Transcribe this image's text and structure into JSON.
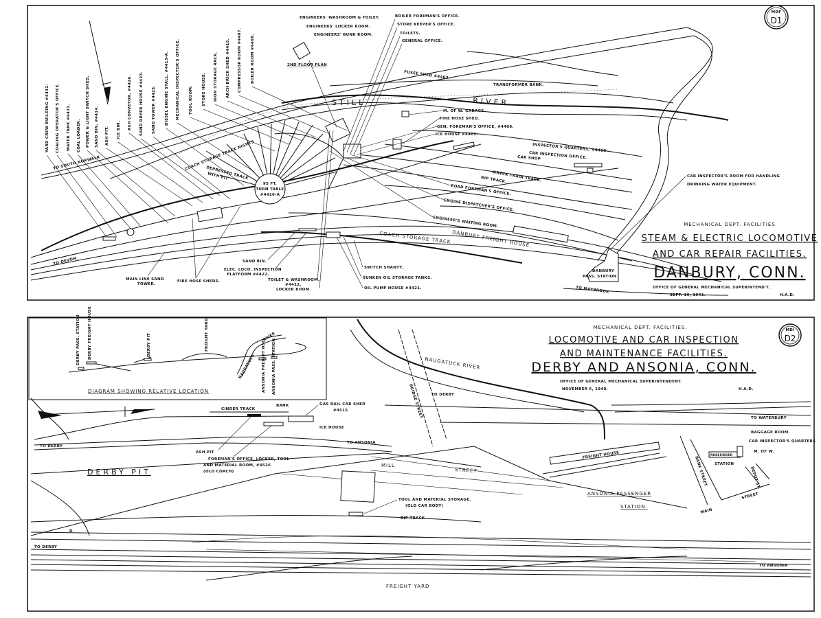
{
  "d1": {
    "badge_top": "MDF",
    "badge_id": "D1",
    "dept": "MECHANICAL DEPT. FACILITIES",
    "title_line1": "STEAM & ELECTRIC LOCOMOTIVE",
    "title_line2": "AND CAR REPAIR FACILITIES.",
    "place": "DANBURY, CONN.",
    "office": "OFFICE OF GENERAL MECHANICAL SUPERINTEND'T.",
    "date": "SEPT. 19, 1941.",
    "initials": "H.A.D.",
    "vertical_labels": [
      "YARD CREW BUILDING #4432.",
      "COALING OPERATOR'S OFFICE.",
      "WATER TANK #4431.",
      "COAL LOADER.",
      "POWER & LIGHT SWITCH SHED.",
      "SAND BIN, #4414.",
      "ASH PIT.",
      "ICE BIN.",
      "ASH CONVEYOR, #4426.",
      "SAND DRYER HOUSE #4423.",
      "SAND TOWER #4425.",
      "DIESEL ENGINE STALL, #4413-A.",
      "MECHANICAL INSPECTOR'S OFFICE.",
      "TOOL ROOM.",
      "STORE HOUSE.",
      "IRON STORAGE RACK.",
      "ARCH BRICK SHED #4415.",
      "COMPRESSOR ROOM #4407.",
      "BOILER ROOM #4408."
    ],
    "labels": {
      "eng_washroom": "ENGINEERS' WASHROOM & TOILET.",
      "eng_locker": "ENGINEERS' LOCKER ROOM.",
      "eng_bunk": "ENGINEERS' BUNK ROOM.",
      "floor_plan": "2ND FLOOR PLAN",
      "boiler_foreman": "BOILER FOREMAN'S OFFICE.",
      "store_keeper": "STORE KEEPER'S OFFICE.",
      "toilets": "TOILETS.",
      "general_office": "GENERAL OFFICE.",
      "fusee_shed": "FUSEE SHED #4402.",
      "transformer": "TRANSFORMER BANK.",
      "still": "STILL",
      "river": "RIVER",
      "mow_garage": "M. OF W. GARAGE.",
      "fire_hose_shed": "FIRE HOSE SHED.",
      "gen_foreman": "GEN. FOREMAN'S OFFICE, #4406.",
      "ice_house": "ICE HOUSE #4401.",
      "inspectors_quarters": "INSPECTOR'S QUARTERS, #4400.",
      "car_inspection_office": "CAR INSPECTION OFFICE.",
      "car_shop": "CAR SHOP",
      "wreck_train": "WRECK TRAIN TRACK.",
      "rip_track": "RIP TRACK.",
      "road_foreman": "ROAD FOREMAN'S OFFICE.",
      "engine_dispatcher": "ENGINE DISPATCHER'S OFFICE.",
      "engineers_waiting": "ENGINEER'S WAITING ROOM.",
      "freight_house": "DANBURY FREIGHT HOUSE.",
      "coach_storage": "COACH STORAGE TRACK",
      "coach_storage_nights": "COACH STORAGE TRACK NIGHTS",
      "depressed_track": "DEPRESSED TRACK",
      "with_pit": "WITH PIT",
      "turntable_1": "95 FT.",
      "turntable_2": "TURN TABLE",
      "turntable_3": "#4416-A",
      "switch_shanty": "SWITCH SHANTY.",
      "sunken_oil": "SUNKEN OIL STORAGE TANKS.",
      "oil_pump": "OIL PUMP HOUSE #4421.",
      "sand_bin": "SAND BIN.",
      "elec_loco_1": "ELEC. LOCO. INSPECTION",
      "elec_loco_2": "PLATFORM #4422.",
      "toilet_wash_1": "TOILET & WASHROOM.",
      "toilet_wash_2": "#4412.",
      "locker_room": "LOCKER ROOM.",
      "fire_hose_sheds": "FIRE HOSE SHEDS.",
      "main_sand_1": "MAIN LINE SAND",
      "main_sand_2": "TOWER.",
      "to_south_norwalk": "TO SOUTH NORWALK",
      "to_devon": "TO DEVON",
      "to_maybrook": "TO MAYBROOK",
      "car_insp_room_1": "CAR INSPECTOR'S ROOM FOR HANDLING",
      "car_insp_room_2": "DRINKING WATER EQUIPMENT.",
      "pass_station_1": "DANBURY",
      "pass_station_2": "PASS. STATION"
    }
  },
  "d2": {
    "badge_top": "MDI",
    "badge_id": "D2",
    "dept": "MECHANICAL DEPT. FACILITIES.",
    "title_line1": "LOCOMOTIVE AND CAR INSPECTION",
    "title_line2": "AND MAINTENANCE FACILITIES.",
    "place": "DERBY AND ANSONIA, CONN.",
    "office": "OFFICE OF GENERAL MECHANICAL SUPERINTENDENT.",
    "date": "NOVEMBER 6, 1940.",
    "initials": "H.A.D.",
    "inset": {
      "title": "DIAGRAM SHOWING RELATIVE LOCATION",
      "derby_pass": "DERBY PASS. STATION",
      "derby_freight": "DERBY FREIGHT HOUSE",
      "derby_pit": "DERBY PIT",
      "freight_yard": "FREIGHT YARD",
      "river": "RIVER",
      "naugatuck": "NAUGATUCK",
      "ansonia_freight": "ANSONIA FREIGHT HSE",
      "ansonia_pass": "ANSONIA PASS. STATION"
    },
    "labels": {
      "cinder_track": "CINDER TRACK",
      "bank": "BANK",
      "gas_rail_1": "GAS RAIL CAR SHED",
      "gas_rail_2": "#4515",
      "ice_house": "ICE HOUSE",
      "to_derby_1": "TO DERBY",
      "to_ansonia_1": "TO ANSONIA",
      "ash_pit": "ASH PIT",
      "foreman_1": "FOREMAN'S OFFICE, LOCKER, TOOL",
      "foreman_2": "AND MATERIAL ROOM, #4526",
      "foreman_3": "(OLD COACH)",
      "derby_pit": "DERBY PIT",
      "mill": "MILL",
      "street": "STREET",
      "tool_storage_1": "TOOL AND MATERIAL STORAGE.",
      "tool_storage_2": "(OLD CAR BODY)",
      "rip_track": "RIP TRACK",
      "to_derby_2": "TO DERBY",
      "to_ansonia_2": "TO ANSONIA",
      "freight_yard": "FREIGHT YARD",
      "d_marker": "D",
      "naugatuck_river": "NAUGATUCK RIVER",
      "bridge_street": "BRIDGE STREET",
      "to_derby_3": "TO DERBY",
      "to_waterbury": "TO WATERBURY",
      "freight_house": "FREIGHT HOUSE",
      "ansonia_pass_1": "ANSONIA PASSENGER",
      "ansonia_pass_2": "STATION.",
      "bank_street": "BANK STREET",
      "depot_st": "DEPOT ST.",
      "main": "MAIN",
      "main_street": "STREET",
      "passenger": "PASSENGER",
      "station": "STATION",
      "baggage": "BAGGAGE ROOM.",
      "car_insp_quarters": "CAR INSPECTOR'S QUARTERS",
      "mow": "M. OF W."
    }
  }
}
